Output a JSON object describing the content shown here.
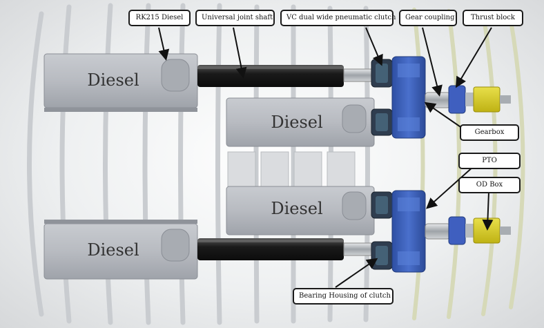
{
  "callouts": {
    "rk215": "RK215 Diesel",
    "ujshaft": "Universal joint shaft",
    "vcclutch": "VC dual wide pneumatic clutch",
    "gearcoupling": "Gear coupling",
    "thrustblock": "Thrust block",
    "gearbox": "Gearbox",
    "pto": "PTO",
    "odbox": "OD Box",
    "bearing": "Bearing Housing of clutch"
  },
  "engines": {
    "top_left": "Diesel",
    "middle_upper": "Diesel",
    "middle_lower": "Diesel",
    "bottom_left": "Diesel"
  },
  "colors": {
    "engine": "#b9bcc2",
    "shaft": "#1e1e1e",
    "gearbox": "#3b5fb8",
    "od_box": "#d9cf1e",
    "hull_frame": "#cfd2d6"
  }
}
